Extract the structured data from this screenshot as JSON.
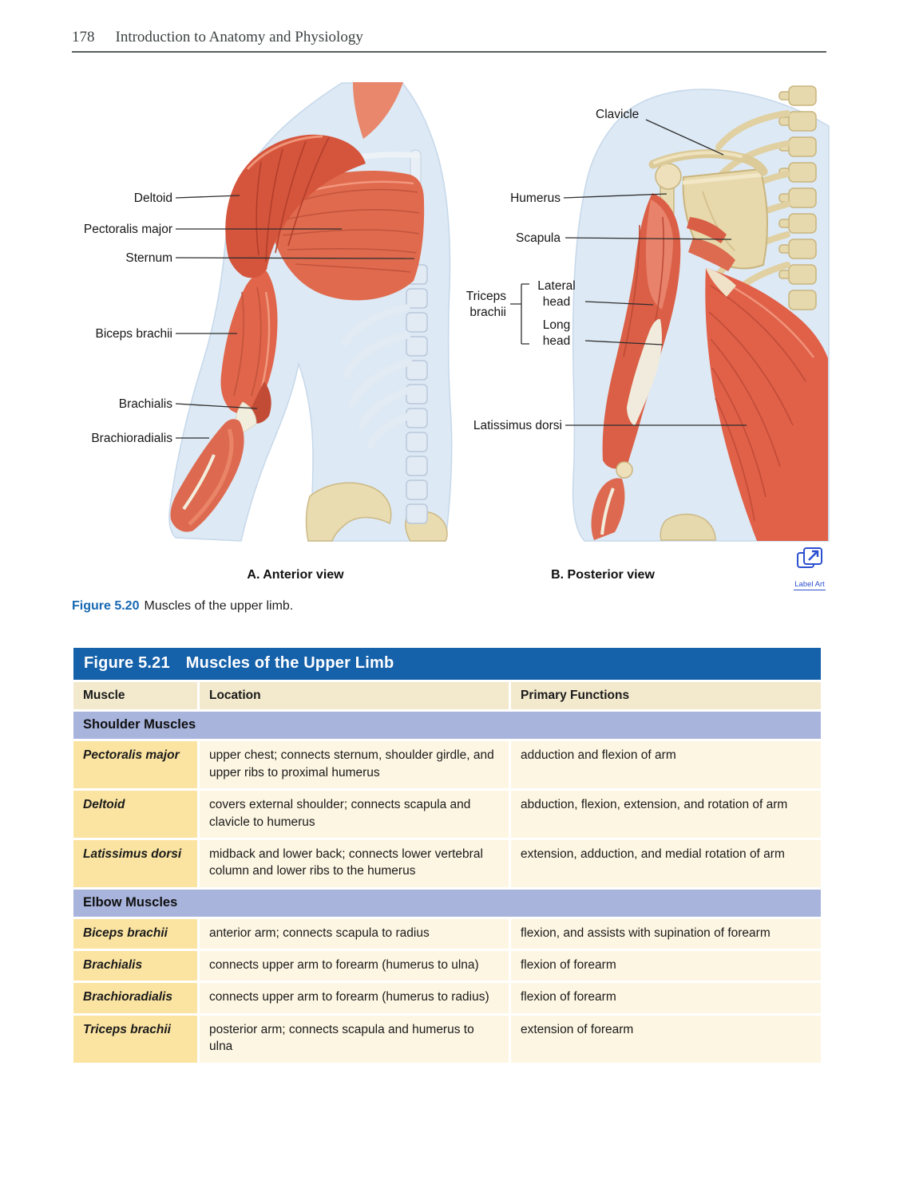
{
  "page": {
    "number": "178",
    "running_head": "Introduction to Anatomy and Physiology"
  },
  "figure_5_20": {
    "caption_label": "Figure 5.20",
    "caption_text": "Muscles of the upper limb.",
    "anterior": {
      "view_label": "A. Anterior view",
      "labels": {
        "deltoid": "Deltoid",
        "pectoralis_major": "Pectoralis major",
        "sternum": "Sternum",
        "biceps_brachii": "Biceps brachii",
        "brachialis": "Brachialis",
        "brachioradialis": "Brachioradialis"
      }
    },
    "posterior": {
      "view_label": "B. Posterior view",
      "labels": {
        "clavicle": "Clavicle",
        "humerus": "Humerus",
        "scapula": "Scapula",
        "triceps_brachii": "Triceps brachii",
        "lateral_head": "Lateral head",
        "long_head": "Long head",
        "latissimus_dorsi": "Latissimus dorsi"
      }
    },
    "label_art": "Label Art"
  },
  "table_5_21": {
    "title_num": "Figure 5.21",
    "title_text": "Muscles of the Upper Limb",
    "headers": {
      "muscle": "Muscle",
      "location": "Location",
      "functions": "Primary Functions"
    },
    "sections": [
      {
        "name": "Shoulder Muscles",
        "rows": [
          {
            "muscle": "Pectoralis major",
            "location": "upper chest; connects sternum, shoulder girdle, and upper ribs to proximal humerus",
            "functions": "adduction and flexion of arm"
          },
          {
            "muscle": "Deltoid",
            "location": "covers external shoulder; connects scapula and clavicle to humerus",
            "functions": "abduction, flexion, extension, and rotation of arm"
          },
          {
            "muscle": "Latissimus dorsi",
            "location": "midback and lower back; connects lower vertebral column and lower ribs to the humerus",
            "functions": "extension, adduction, and medial rotation of arm"
          }
        ]
      },
      {
        "name": "Elbow Muscles",
        "rows": [
          {
            "muscle": "Biceps brachii",
            "location": "anterior arm; connects scapula to radius",
            "functions": "flexion, and assists with supination of forearm"
          },
          {
            "muscle": "Brachialis",
            "location": "connects upper arm to forearm (humerus to ulna)",
            "functions": "flexion of forearm"
          },
          {
            "muscle": "Brachioradialis",
            "location": "connects upper arm to forearm (humerus to radius)",
            "functions": "flexion of forearm"
          },
          {
            "muscle": "Triceps brachii",
            "location": "posterior arm; connects scapula and humerus to ulna",
            "functions": "extension of forearm"
          }
        ]
      }
    ]
  },
  "colors": {
    "table_title_bg": "#1561aa",
    "table_header_bg": "#f3e9cd",
    "section_row_bg": "#a8b4dc",
    "muscle_column_bg": "#fbe4a1",
    "cell_bg": "#fdf6e3",
    "caption_accent": "#1668b2",
    "label_art_blue": "#2b4fd0",
    "muscle_red": "#da5f46",
    "bone_tan": "#e8d9ad",
    "silhouette_blue": "#dde9f4"
  }
}
